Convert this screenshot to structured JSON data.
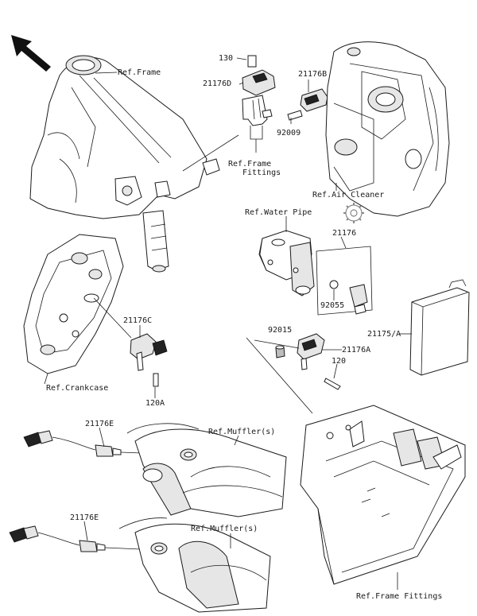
{
  "labels": {
    "ref_frame": "Ref.Frame",
    "p130": "130",
    "p21176d": "21176D",
    "p21176b": "21176B",
    "p92009": "92009",
    "ref_frame_fittings_1": "Ref.Frame",
    "ref_frame_fittings_2": "Fittings",
    "ref_air_cleaner": "Ref.Air Cleaner",
    "ref_water_pipe": "Ref.Water Pipe",
    "p21176": "21176",
    "p92055": "92055",
    "p21176c": "21176C",
    "p21175a": "21175/A",
    "p92015": "92015",
    "p21176a": "21176A",
    "p120": "120",
    "ref_crankcase": "Ref.Crankcase",
    "p120a": "120A",
    "p21176e_1": "21176E",
    "ref_mufflers_1": "Ref.Muffler(s)",
    "p21176e_2": "21176E",
    "ref_mufflers_2": "Ref.Muffler(s)",
    "ref_frame_fittings_bottom": "Ref.Frame Fittings"
  },
  "colors": {
    "line": "#1a1a1a",
    "fill_light": "#e6e6e6",
    "fill_mid": "#bdbdbd",
    "background": "#ffffff"
  },
  "icons": {
    "front_direction": "arrow-up-left-icon",
    "gear_logo": "gear-icon"
  }
}
